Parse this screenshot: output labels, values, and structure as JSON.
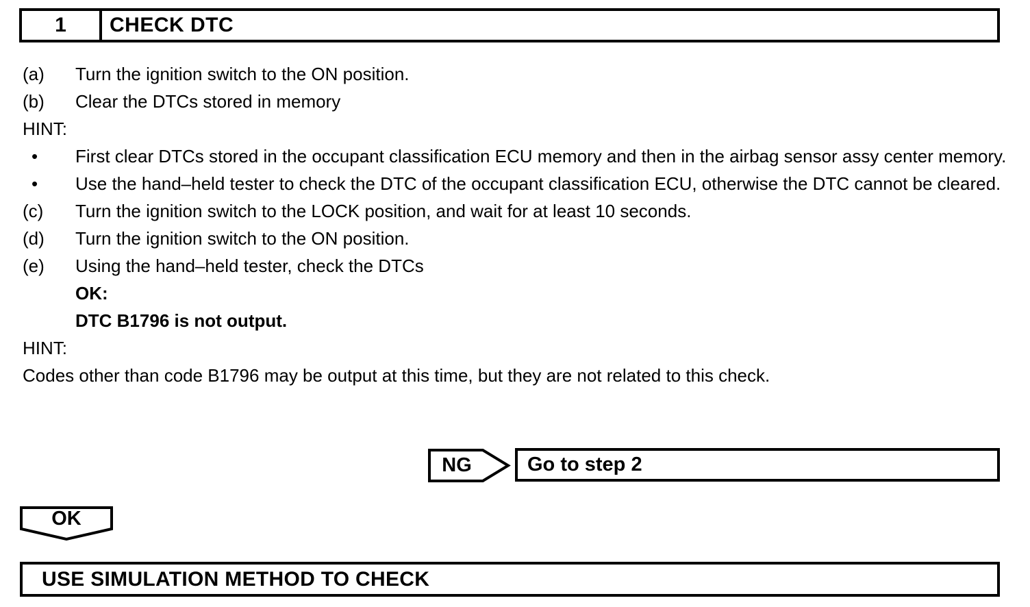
{
  "page": {
    "header": {
      "step_number": "1",
      "title": "CHECK DTC"
    },
    "instructions": [
      {
        "label": "(a)",
        "text": "Turn the ignition switch to the ON position."
      },
      {
        "label": "(b)",
        "text": "Clear the DTCs stored in memory"
      }
    ],
    "hint1": {
      "label": "HINT:",
      "bullets": [
        {
          "marker": "•",
          "text": "First clear DTCs stored in the occupant classification ECU memory and then in the airbag sensor assy center memory."
        },
        {
          "marker": "•",
          "text": "Use the hand–held tester to check the DTC of the occupant classification ECU, otherwise the DTC cannot be cleared."
        }
      ]
    },
    "instructions2": [
      {
        "label": "(c)",
        "text": "Turn the ignition switch to the LOCK position, and wait for at least 10 seconds."
      },
      {
        "label": "(d)",
        "text": "Turn the ignition switch to the ON position."
      },
      {
        "label": "(e)",
        "text": "Using the hand–held tester, check the DTCs"
      }
    ],
    "result": {
      "label": "OK:",
      "condition": "DTC B1796 is not output."
    },
    "hint2": {
      "label": "HINT:",
      "text": "Codes other than code B1796 may be output at this time, but they are not related to this check."
    },
    "ng_branch": {
      "label": "NG",
      "action": "Go to step 2"
    },
    "ok_branch": {
      "label": "OK"
    },
    "next_action": {
      "title": "USE SIMULATION METHOD TO CHECK"
    },
    "colors": {
      "ink": "#000000",
      "paper": "#ffffff"
    }
  }
}
